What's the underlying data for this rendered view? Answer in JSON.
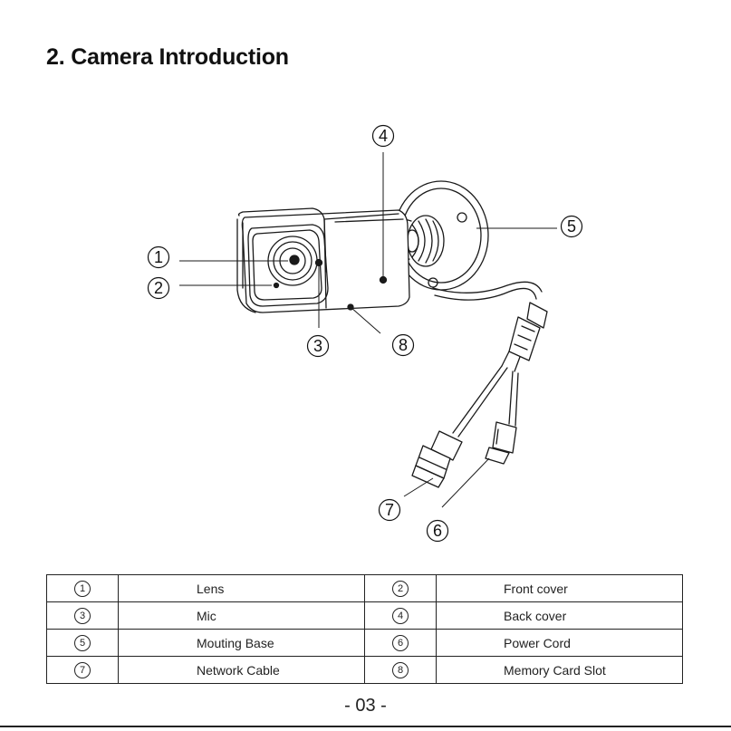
{
  "section": {
    "title": "2. Camera Introduction"
  },
  "callouts": [
    "1",
    "2",
    "3",
    "4",
    "5",
    "6",
    "7",
    "8"
  ],
  "parts": [
    {
      "num": "1",
      "name": "Lens"
    },
    {
      "num": "2",
      "name": "Front cover"
    },
    {
      "num": "3",
      "name": "Mic"
    },
    {
      "num": "4",
      "name": "Back cover"
    },
    {
      "num": "5",
      "name": "Mouting Base"
    },
    {
      "num": "6",
      "name": "Power Cord"
    },
    {
      "num": "7",
      "name": "Network Cable"
    },
    {
      "num": "8",
      "name": "Memory Card Slot"
    }
  ],
  "footer": {
    "page_number": "- 03 -"
  }
}
